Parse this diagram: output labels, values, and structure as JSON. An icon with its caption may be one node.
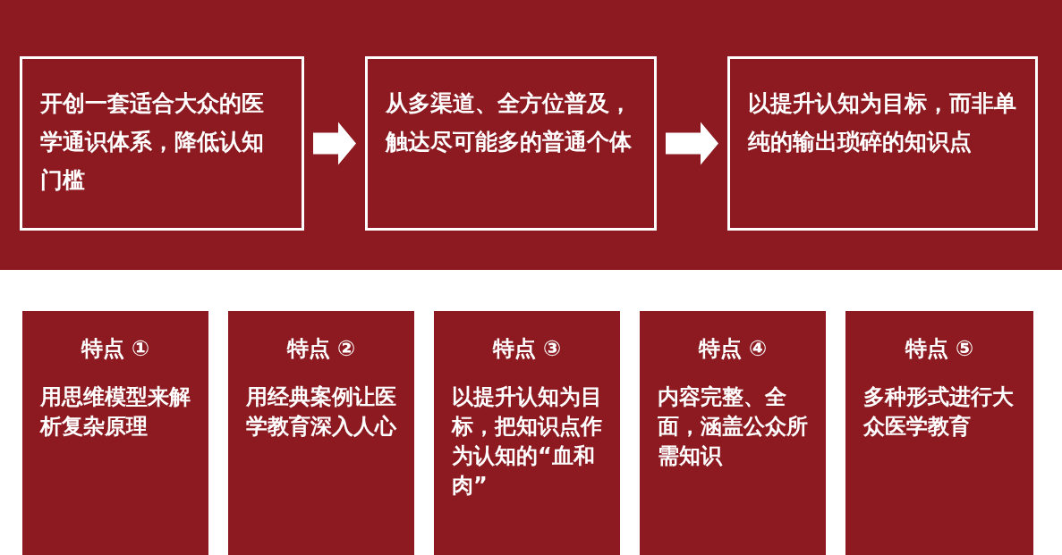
{
  "diagram": {
    "nodes": [
      {
        "text": [
          "开创一套适合大众的医学通识体系，降低认知门槛"
        ]
      },
      {
        "text": [
          "从多渠道、全方位普及，触达尽可能多的普通个体"
        ]
      },
      {
        "text": [
          "以提升认知为目标，而非单纯的输出琐碎的知识点"
        ]
      },
      {
        "text": [
          "特点 ①",
          "用思维模型来解析复杂原理"
        ]
      },
      {
        "text": [
          "特点 ②",
          "用经典案例让医学教育深入人心"
        ]
      },
      {
        "text": [
          "特点 ③",
          "以提升认知为目标，把知识点作为认知的“血和肉”"
        ]
      },
      {
        "text": [
          "特点 ④",
          "内容完整、全面，涵盖公众所需知识"
        ]
      },
      {
        "text": [
          "特点 ⑤",
          "多种形式进行大众医学教育"
        ]
      }
    ],
    "edges": [
      {
        "from": 0,
        "to": 1,
        "arrow": "to",
        "style": "thick",
        "color": "#ffffff"
      },
      {
        "from": 1,
        "to": 2,
        "arrow": "to",
        "style": "thick",
        "color": "#ffffff"
      }
    ]
  }
}
